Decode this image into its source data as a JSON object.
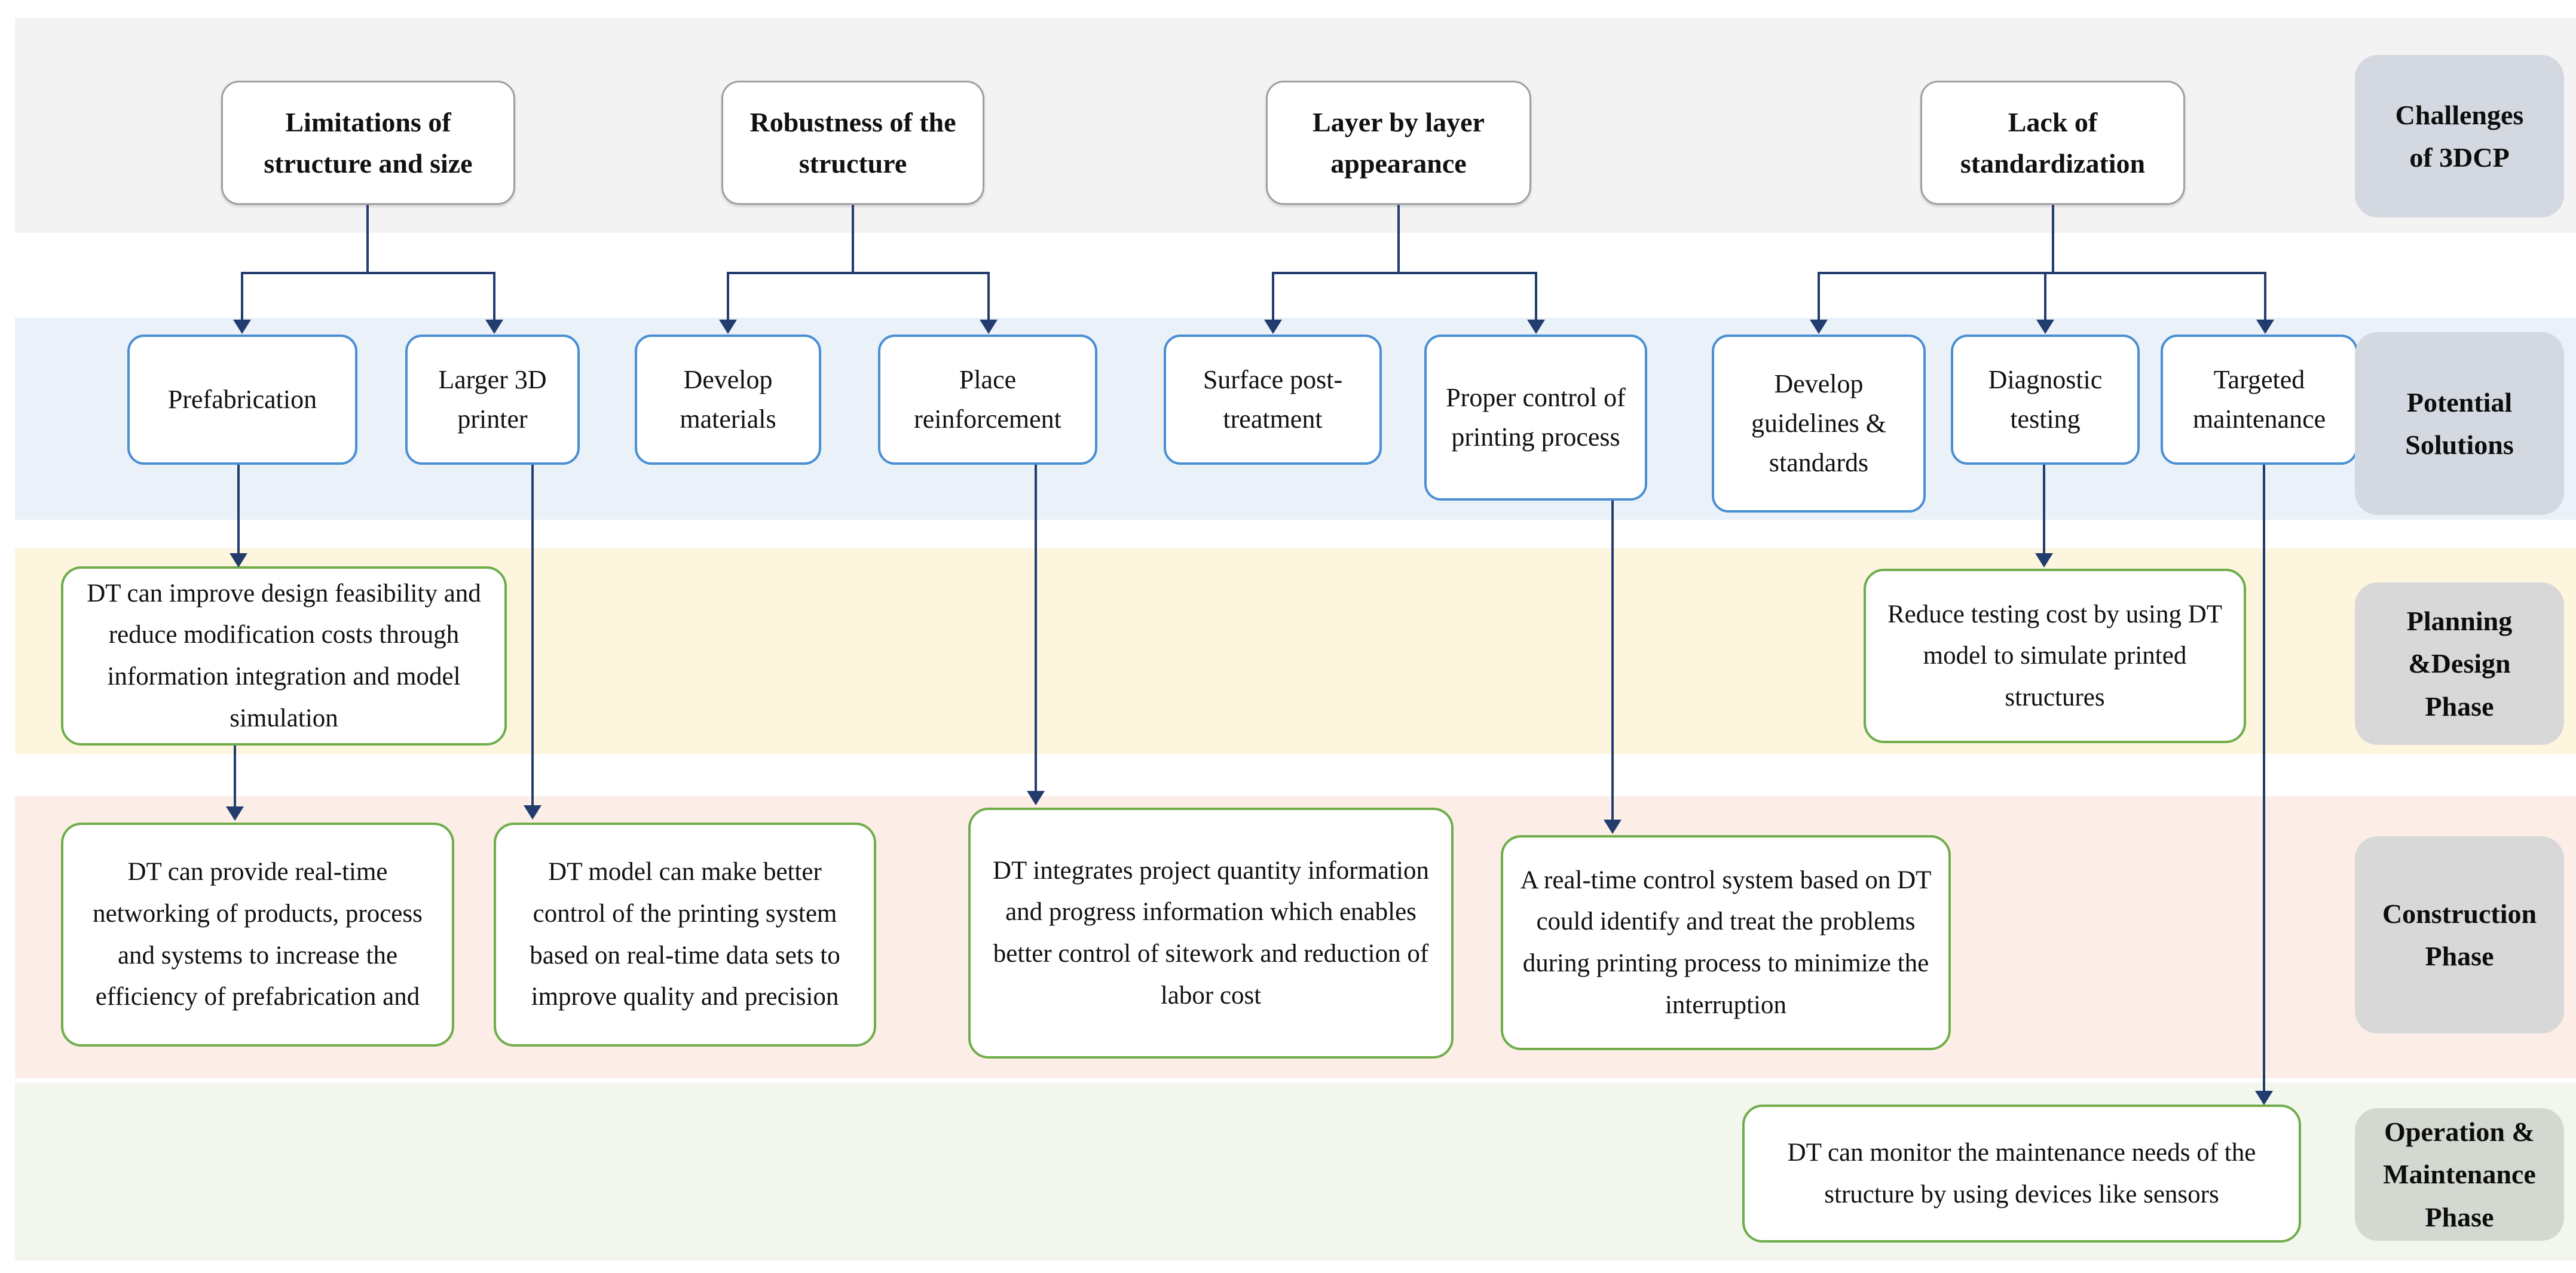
{
  "colors": {
    "band1": "#f3f3f3",
    "band2": "#eaf1f9",
    "band3": "#fdf5dd",
    "band4": "#fceee6",
    "band5": "#f2f6ed",
    "lab12": "#d4d9e1",
    "lab34": "#d8d8d8",
    "lab5": "#d3d9d1",
    "chb": "#a0a0a0",
    "sob": "#4a8fd3",
    "dtb": "#6fad4b",
    "arrow": "#223c6e"
  },
  "challenges": [
    {
      "label": "Limitations of structure and size"
    },
    {
      "label": "Robustness of the structure"
    },
    {
      "label": "Layer by layer appearance"
    },
    {
      "label": "Lack of standardization"
    }
  ],
  "solutions": [
    {
      "label": "Prefabrication"
    },
    {
      "label": "Larger 3D printer"
    },
    {
      "label": "Develop materials"
    },
    {
      "label": "Place reinforcement"
    },
    {
      "label": "Surface post-treatment"
    },
    {
      "label": "Proper control of printing process"
    },
    {
      "label": "Develop guidelines & standards"
    },
    {
      "label": "Diagnostic testing"
    },
    {
      "label": "Targeted maintenance"
    }
  ],
  "planning": [
    {
      "text": "DT can improve design feasibility and reduce modification costs through information integration and model simulation"
    },
    {
      "text": "Reduce testing cost by using DT model to simulate printed structures"
    }
  ],
  "construction": [
    {
      "text": "DT can provide real-time networking of products, process and systems to increase the efficiency of prefabrication and"
    },
    {
      "text": "DT model can make better control of the printing system based on real-time data sets to improve quality and precision"
    },
    {
      "text": "DT integrates project quantity information and progress information which enables better control of sitework and reduction of labor cost"
    },
    {
      "text": "A real-time control system based on DT could identify and treat the problems during printing process to minimize the interruption"
    }
  ],
  "operation": [
    {
      "text": "DT can monitor the maintenance needs of the structure by using devices like sensors"
    }
  ],
  "phases": [
    {
      "label": "Challenges\nof 3DCP"
    },
    {
      "label": "Potential\nSolutions"
    },
    {
      "label": "Planning\n&Design\nPhase"
    },
    {
      "label": "Construction\nPhase"
    },
    {
      "label": "Operation &\nMaintenance\nPhase"
    }
  ]
}
